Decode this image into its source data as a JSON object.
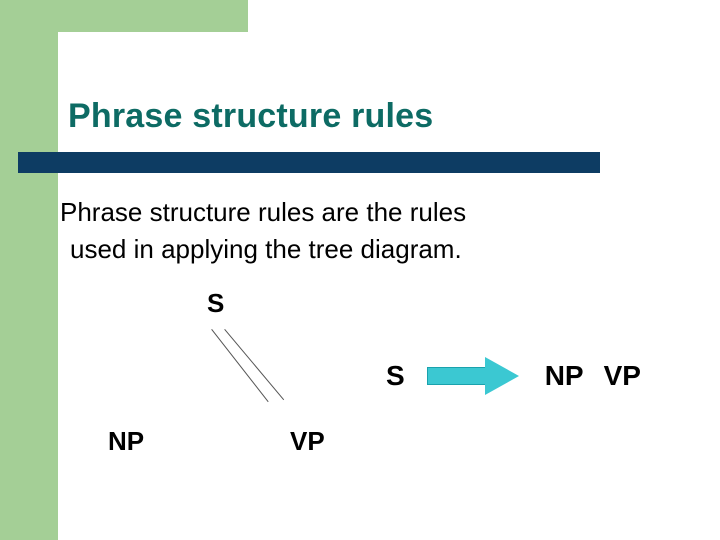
{
  "slide": {
    "title": "Phrase structure rules",
    "body": {
      "line1": "Phrase structure rules are the rules",
      "line2": "used in applying the tree diagram."
    },
    "tree": {
      "root": "S",
      "left_child": "NP",
      "right_child": "VP"
    },
    "rule": {
      "lhs": "S",
      "arrow": "rightwards-arrow",
      "rhs_first": "NP",
      "rhs_second": "VP"
    },
    "colors": {
      "title_text": "#0d6b64",
      "title_bar": "#0d3c63",
      "accent_band": "#a4cf96",
      "arrow_fill": "#3bc8d2",
      "arrow_outline": "#1aa2ad",
      "body_text": "#000000"
    }
  }
}
